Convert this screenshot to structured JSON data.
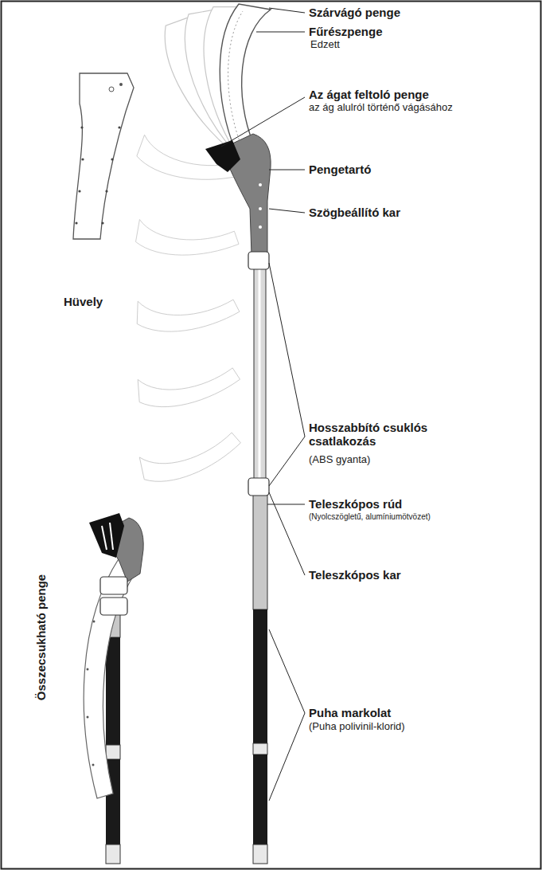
{
  "diagram": {
    "labels": [
      "Szárvágó penge",
      "Fűrészpenge",
      "Edzett",
      "Az ágat feltoló penge",
      "az ág alulról történő vágásához",
      "Pengetartó",
      "Szögbeállító kar",
      "Hüvely",
      "Hosszabbító csuklós csatlakozás",
      "(ABS gyanta)",
      "Teleszkópos rúd",
      "(Nyolcszögletű, alumíniumötvözet)",
      "Teleszkópos kar",
      "Puha markolat",
      "(Puha polivinil-klorid)",
      "Összecsukható penge"
    ]
  }
}
